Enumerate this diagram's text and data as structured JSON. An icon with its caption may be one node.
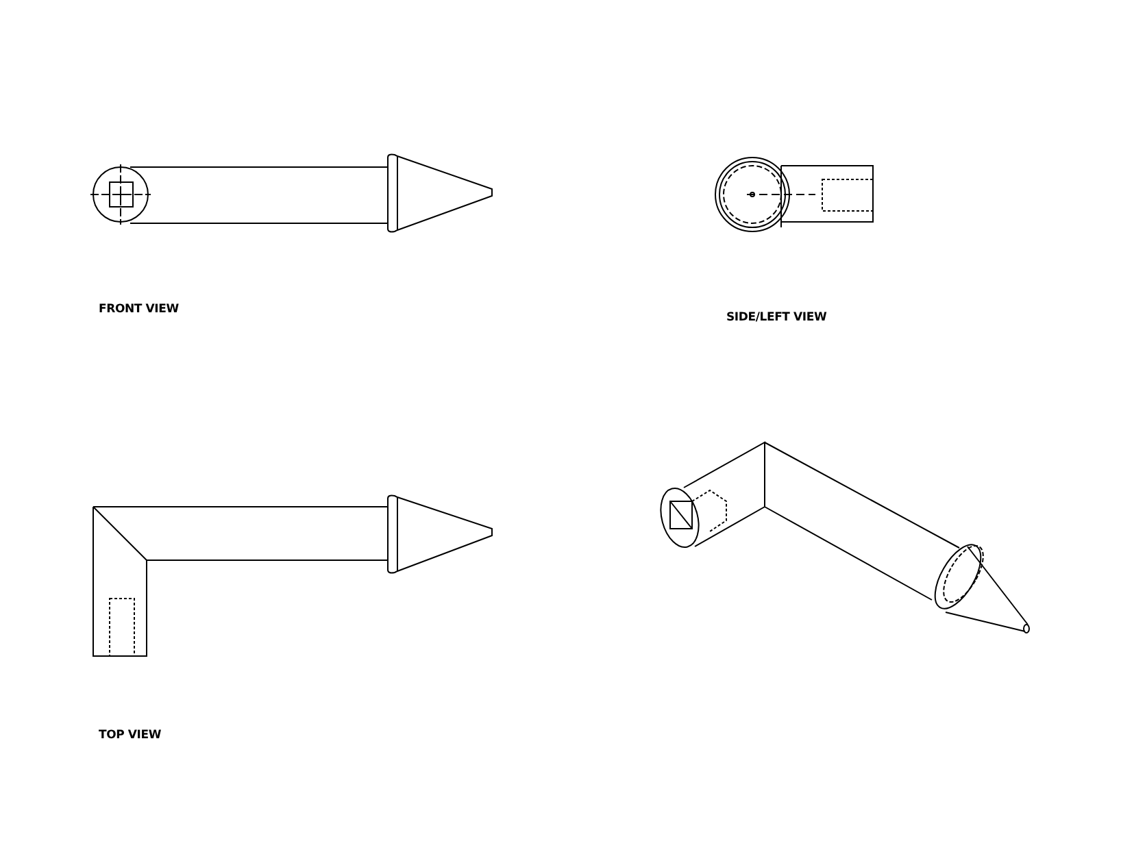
{
  "diagram": {
    "labels": [
      "FRONT VIEW",
      "SIDE/LEFT VIEW",
      "TOP VIEW"
    ]
  }
}
